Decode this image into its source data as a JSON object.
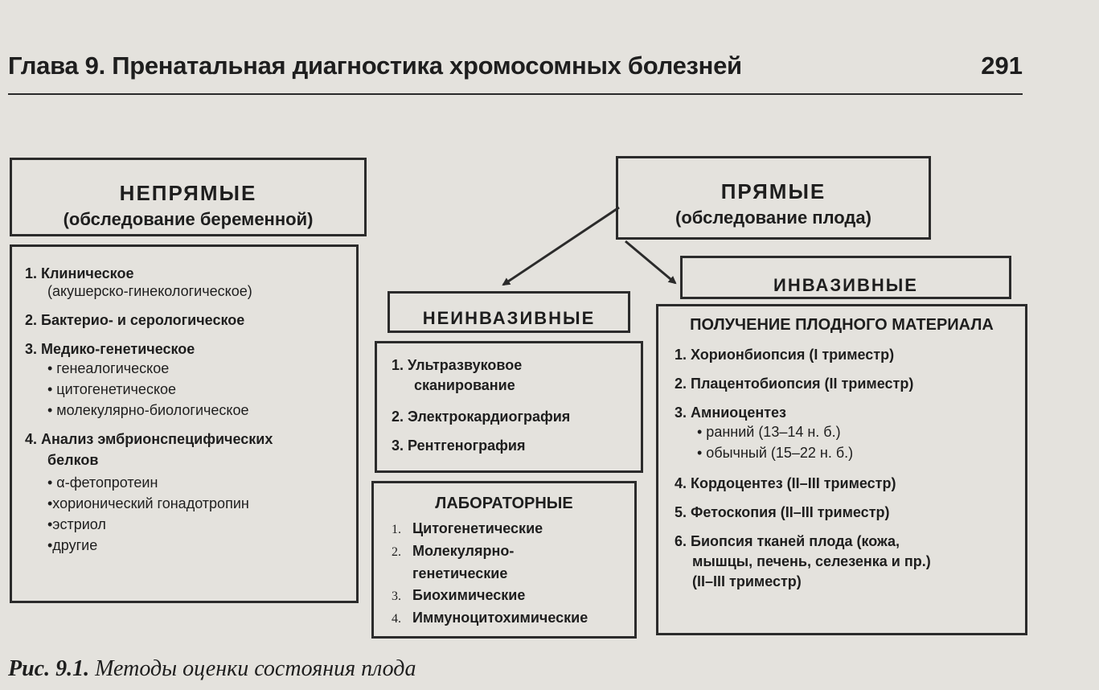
{
  "header": {
    "chapter": "Глава 9.",
    "title": "Пренатальная диагностика хромосомных болезней",
    "page_number": "291"
  },
  "indirect": {
    "title": "НЕПРЯМЫЕ",
    "subtitle": "(обследование беременной)",
    "items": [
      {
        "label": "1. Клиническое",
        "sub": "(акушерско-гинекологическое)"
      },
      {
        "label": "2. Бактерио- и серологическое"
      },
      {
        "label": "3. Медико-генетическое",
        "bullets": [
          "• генеалогическое",
          "• цитогенетическое",
          "• молекулярно-биологическое"
        ]
      },
      {
        "label": "4. Анализ эмбрионспецифических",
        "label2": "белков",
        "bullets": [
          "• α-фетопротеин",
          "•хорионический гонадотропин",
          "•эстриол",
          "•другие"
        ]
      }
    ]
  },
  "direct": {
    "title": "ПРЯМЫЕ",
    "subtitle": "(обследование плода)"
  },
  "noninvasive": {
    "title": "НЕИНВАЗИВНЫЕ",
    "items": [
      {
        "label": "1. Ультразвуковое",
        "label2": "сканирование"
      },
      {
        "label": "2. Электрокардиография"
      },
      {
        "label": "3. Рентгенография"
      }
    ]
  },
  "laboratory": {
    "title": "ЛАБОРАТОРНЫЕ",
    "items": [
      {
        "num": "1.",
        "label": "Цитогенетические"
      },
      {
        "num": "2.",
        "label": "Молекулярно-",
        "label2": "генетические"
      },
      {
        "num": "3.",
        "label": "Биохимические"
      },
      {
        "num": "4.",
        "label": "Иммуноцитохимические"
      }
    ]
  },
  "invasive": {
    "title": "ИНВАЗИВНЫЕ",
    "content_title": "ПОЛУЧЕНИЕ ПЛОДНОГО МАТЕРИАЛА",
    "items": [
      {
        "label": "1. Хорионбиопсия (I триместр)"
      },
      {
        "label": "2. Плацентобиопсия (II триместр)"
      },
      {
        "label": "3. Амниоцентез",
        "bullets": [
          "• ранний (13–14 н. б.)",
          "• обычный (15–22 н. б.)"
        ]
      },
      {
        "label": "4. Кордоцентез (II–III триместр)"
      },
      {
        "label": "5. Фетоскопия (II–III триместр)"
      },
      {
        "label": "6. Биопсия тканей плода (кожа,",
        "label2": "мышцы, печень, селезенка и пр.)",
        "label3": "(II–III триместр)"
      }
    ]
  },
  "caption": {
    "figure": "Рис. 9.1.",
    "text": "Методы оценки состояния плода"
  }
}
